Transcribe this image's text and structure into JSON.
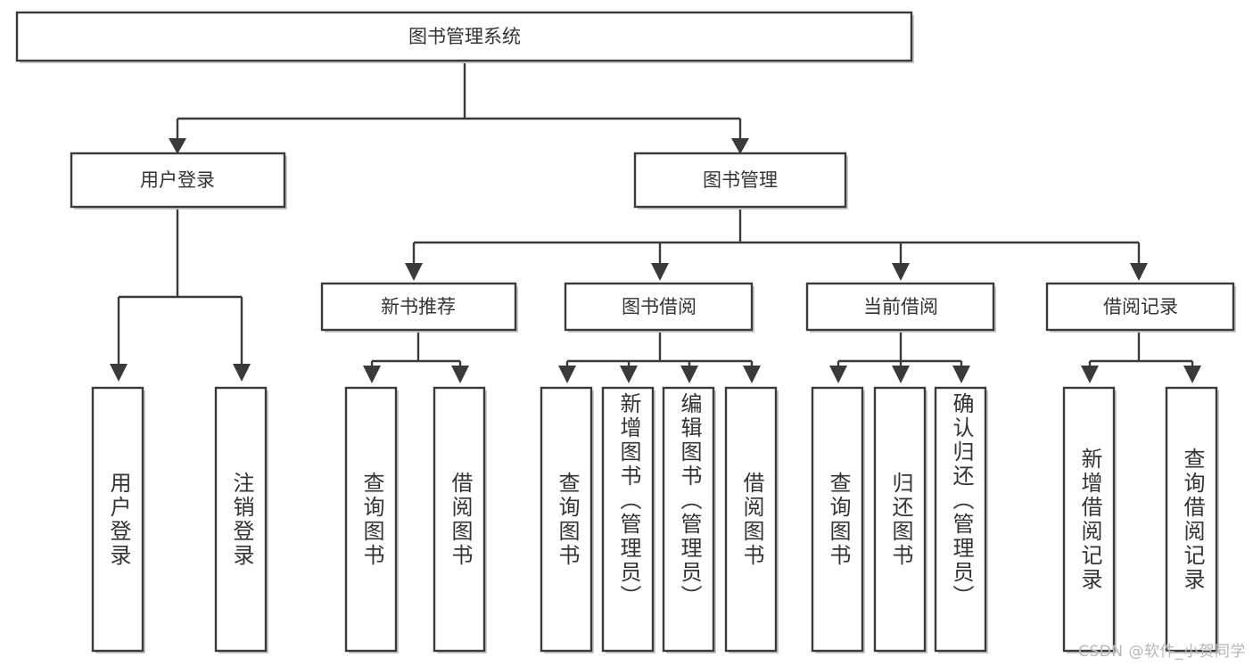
{
  "diagram": {
    "title": "图书管理系统",
    "watermark": "CSDN @软件_小贺同学",
    "colors": {
      "box_stroke": "#3a3a3a",
      "box_fill": "#ffffff",
      "text": "#333333",
      "connector": "#3a3a3a",
      "watermark": "#b7b7b7",
      "background": "#ffffff"
    },
    "root": {
      "label": "图书管理系统"
    },
    "level2": [
      {
        "label": "用户登录"
      },
      {
        "label": "图书管理"
      }
    ],
    "level3": [
      {
        "label": "新书推荐"
      },
      {
        "label": "图书借阅"
      },
      {
        "label": "当前借阅"
      },
      {
        "label": "借阅记录"
      }
    ],
    "leaves": {
      "user_login": [
        {
          "label": "用户登录"
        },
        {
          "label": "注销登录"
        }
      ],
      "new_book_recommend": [
        {
          "label": "查询图书"
        },
        {
          "label": "借阅图书"
        }
      ],
      "book_borrow": [
        {
          "label": "查询图书"
        },
        {
          "label": "新增图书（管理员）"
        },
        {
          "label": "编辑图书（管理员）"
        },
        {
          "label": "借阅图书"
        }
      ],
      "current_borrow": [
        {
          "label": "查询图书"
        },
        {
          "label": "归还图书"
        },
        {
          "label": "确认归还（管理员）"
        }
      ],
      "borrow_record": [
        {
          "label": "新增借阅记录"
        },
        {
          "label": "查询借阅记录"
        }
      ]
    }
  }
}
